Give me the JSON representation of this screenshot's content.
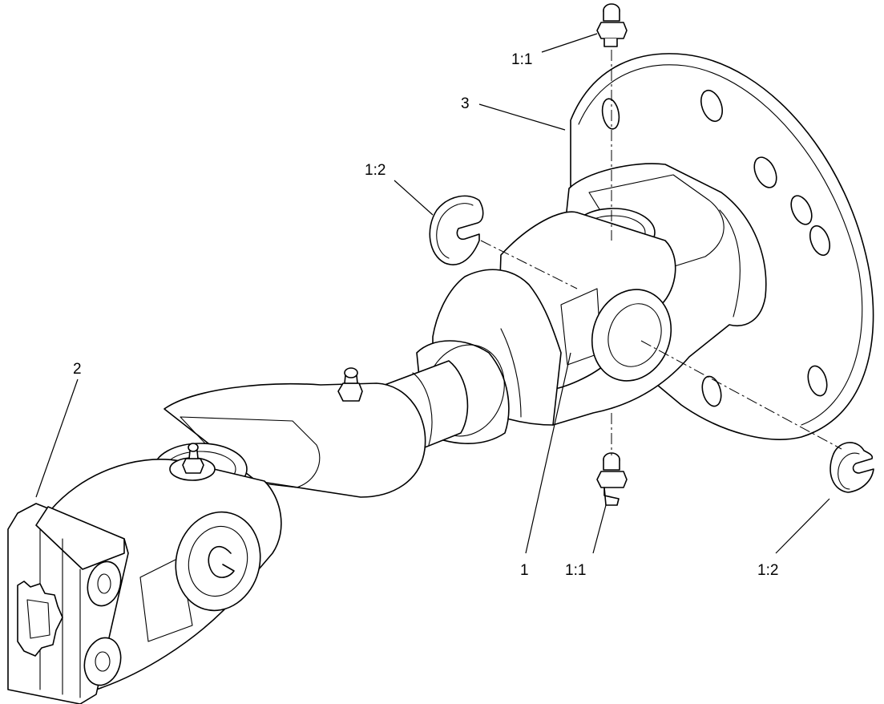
{
  "diagram": {
    "callouts": {
      "item_1": "1",
      "item_2": "2",
      "item_3": "3",
      "fitting_top": "1:1",
      "fitting_bottom": "1:1",
      "clip_left": "1:2",
      "clip_right": "1:2"
    }
  }
}
